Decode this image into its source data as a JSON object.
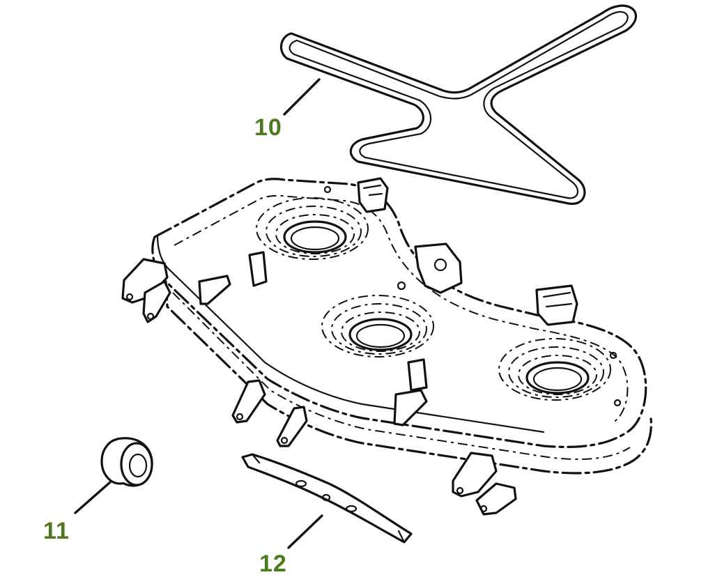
{
  "diagram": {
    "accent_color": "#4d7a1e",
    "callouts": [
      {
        "id": "10",
        "label": "10",
        "part": "drive-belt"
      },
      {
        "id": "11",
        "label": "11",
        "part": "gauge-wheel"
      },
      {
        "id": "12",
        "label": "12",
        "part": "mower-blade"
      }
    ]
  }
}
